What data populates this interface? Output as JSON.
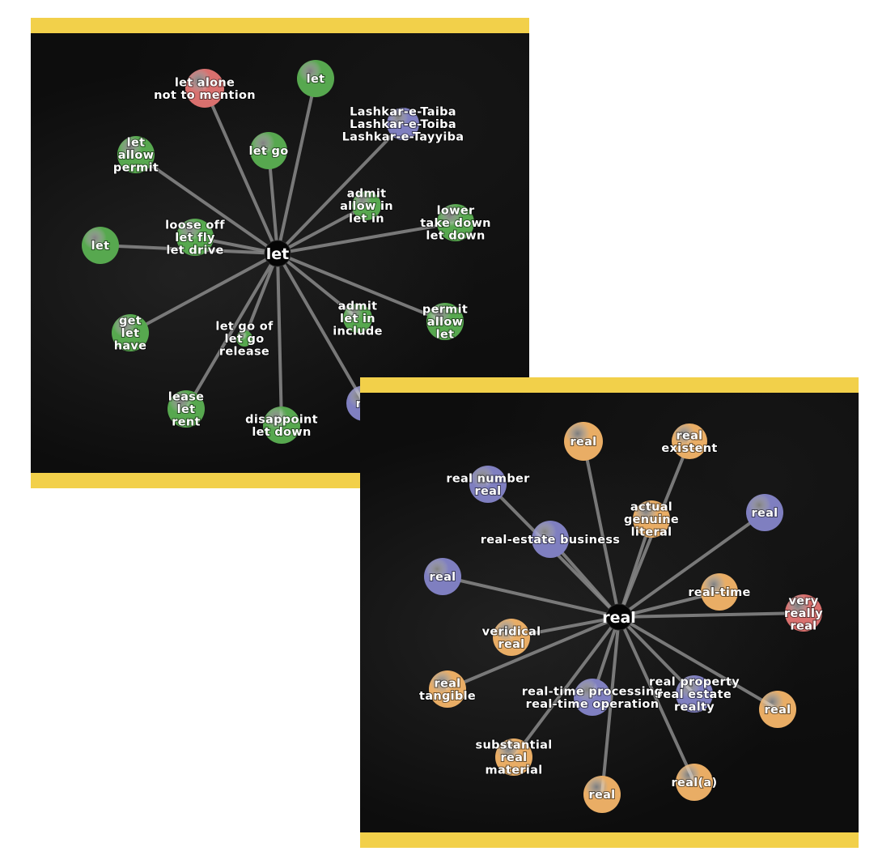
{
  "colors": {
    "green": "#57a84f",
    "red": "#d9706e",
    "purple": "#7f7fc0",
    "orange": "#e9ad65",
    "frame": "#f2d04a",
    "background": "#0d0d0d"
  },
  "graphs": [
    {
      "id": "let",
      "center": "let",
      "nodes": [
        {
          "color": "red",
          "lines": [
            "let alone",
            "not to mention"
          ]
        },
        {
          "color": "green",
          "lines": [
            "let"
          ]
        },
        {
          "color": "purple",
          "lines": [
            "Lashkar-e-Taiba",
            "Lashkar-e-Toiba",
            "Lashkar-e-Tayyiba"
          ]
        },
        {
          "color": "green",
          "lines": [
            "let",
            "allow",
            "permit"
          ]
        },
        {
          "color": "green",
          "lines": [
            "let go"
          ]
        },
        {
          "color": "green",
          "lines": [
            "admit",
            "allow in",
            "let in"
          ]
        },
        {
          "color": "green",
          "lines": [
            "lower",
            "take down",
            "let down"
          ]
        },
        {
          "color": "green",
          "lines": [
            "loose off",
            "let fly",
            "let drive"
          ]
        },
        {
          "color": "green",
          "lines": [
            "let"
          ]
        },
        {
          "color": "green",
          "lines": [
            "get",
            "let",
            "have"
          ]
        },
        {
          "color": "green",
          "lines": [
            "let go of",
            "let go",
            "release"
          ]
        },
        {
          "color": "green",
          "lines": [
            "admit",
            "let in",
            "include"
          ]
        },
        {
          "color": "green",
          "lines": [
            "permit",
            "allow",
            "let"
          ]
        },
        {
          "color": "green",
          "lines": [
            "lease",
            "let",
            "rent"
          ]
        },
        {
          "color": "green",
          "lines": [
            "disappoint",
            "let down"
          ]
        },
        {
          "color": "purple",
          "lines": [
            "ne"
          ]
        }
      ]
    },
    {
      "id": "real",
      "center": "real",
      "nodes": [
        {
          "color": "orange",
          "lines": [
            "real"
          ]
        },
        {
          "color": "orange",
          "lines": [
            "real",
            "existent"
          ]
        },
        {
          "color": "purple",
          "lines": [
            "real number",
            "real"
          ]
        },
        {
          "color": "orange",
          "lines": [
            "actual",
            "genuine",
            "literal"
          ]
        },
        {
          "color": "purple",
          "lines": [
            "real"
          ]
        },
        {
          "color": "purple",
          "lines": [
            "real-estate business"
          ]
        },
        {
          "color": "purple",
          "lines": [
            "real"
          ]
        },
        {
          "color": "orange",
          "lines": [
            "real-time"
          ]
        },
        {
          "color": "red",
          "lines": [
            "very",
            "really",
            "real"
          ]
        },
        {
          "color": "orange",
          "lines": [
            "veridical",
            "real"
          ]
        },
        {
          "color": "orange",
          "lines": [
            "real",
            "tangible"
          ]
        },
        {
          "color": "purple",
          "lines": [
            "real-time processing",
            "real-time operation"
          ]
        },
        {
          "color": "purple",
          "lines": [
            "real property",
            "real estate",
            "realty"
          ]
        },
        {
          "color": "orange",
          "lines": [
            "real"
          ]
        },
        {
          "color": "orange",
          "lines": [
            "substantial",
            "real",
            "material"
          ]
        },
        {
          "color": "orange",
          "lines": [
            "real"
          ]
        },
        {
          "color": "orange",
          "lines": [
            "real(a)"
          ]
        }
      ]
    }
  ]
}
